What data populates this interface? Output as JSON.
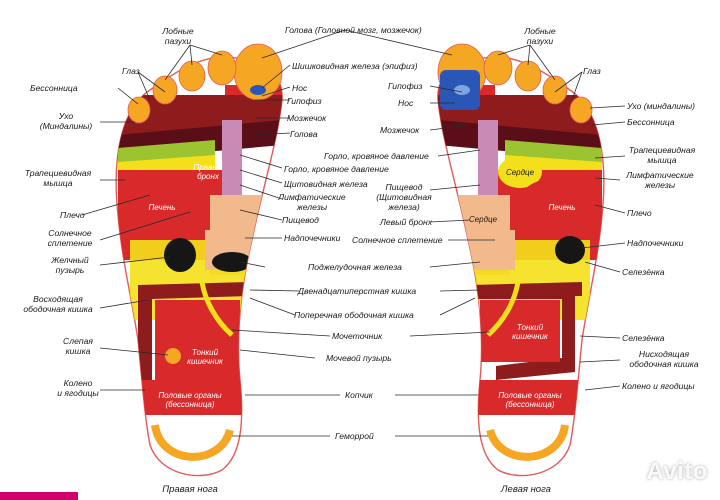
{
  "colors": {
    "bar": "#d1006b",
    "orange": "#f5a623",
    "red": "#d82a2a",
    "darkred": "#8e1c1c",
    "maroon": "#5a0f18",
    "yellow": "#f4e01a",
    "green": "#9cc431",
    "blue": "#2a56b8",
    "pale": "#f2b98c",
    "pink": "#f3c8c8",
    "outline": "#e25a5a",
    "black": "#161616"
  },
  "watermark": "Avito",
  "right_foot": {
    "title": "Правая нога",
    "labels": {
      "frontal": "Лобные\nпазухи",
      "eye": "Глаз",
      "insomnia": "Бессонница",
      "ear": "Ухо\n(Миндалины)",
      "trapezius": "Трапециевидная\nмышца",
      "shoulder": "Плечо",
      "solar": "Солнечное\nсплетение",
      "gallbladder": "Желчный\nпузырь",
      "ascending_colon": "Восходящая\nободочная кишка",
      "cecum": "Слепая\nкишка",
      "knee": "Колено\nи ягодицы"
    },
    "inner": {
      "right_bronchus": "Правый\nбронх",
      "liver": "Печень",
      "small_intestine": "Тонкий\nкишечник",
      "genitals": "Половые органы\n(бессонница)"
    }
  },
  "left_foot": {
    "title": "Левая нога",
    "labels": {
      "frontal": "Лобные\nпазухи",
      "eye": "Глаз",
      "ear": "Ухо (миндалины)",
      "insomnia": "Бессонница",
      "trapezius": "Трапециевидная\nмышца",
      "lymph": "Лимфатические\nжелезы",
      "shoulder": "Плечо",
      "adrenals": "Надпочечники",
      "spleen": "Селезёнка",
      "spleen2": "Селезёнка",
      "descending_colon": "Нисходящая\nободочная кишка",
      "knee": "Колено и ягодицы"
    },
    "inner": {
      "heart": "Сердце",
      "heart2": "Сердце",
      "liver": "Печень",
      "small_intestine": "Тонкий\nкишечник",
      "genitals": "Половые органы\n(бессонница)"
    }
  },
  "center": {
    "head": "Голова (Головной мозг, мозжечок)",
    "pineal": "Шишковидная железа (эпифиз)",
    "nose_r": "Нос",
    "pituitary_r": "Гипофиз",
    "cerebellum_r": "Мозжечок",
    "head_r": "Голова",
    "pituitary_l": "Гипофиз",
    "nose_l": "Нос",
    "cerebellum_l": "Мозжечок",
    "throat_l": "Горло, кровяное давление",
    "throat_r": "Горло, кровяное давление",
    "thyroid": "Щитовидная железа",
    "lymph_r": "Лимфатические\nжелезы",
    "esophagus_r": "Пищевод",
    "esophagus_l": "Пищевод\n(Щитовидная\nжелеза)",
    "left_bronchus": "Левый бронх",
    "adrenals_r": "Надпочечники",
    "solar_l": "Солнечное сплетение",
    "pancreas": "Поджелудочная железа",
    "duodenum": "Двенадцатиперстная кишка",
    "transverse_colon": "Поперечная ободочная кишка",
    "ureter": "Мочеточник",
    "bladder": "Мочевой пузырь",
    "coccyx": "Копчик",
    "hemorrhoids": "Геморрой"
  }
}
